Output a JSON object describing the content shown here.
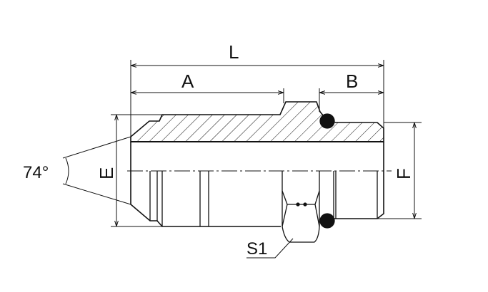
{
  "drawing": {
    "labels": {
      "overall_length": "L",
      "length_a": "A",
      "length_b": "B",
      "diameter_e": "E",
      "diameter_f": "F",
      "hex_size": "S1",
      "cone_angle": "74°"
    },
    "colors": {
      "line": "#111111",
      "background": "#ffffff"
    }
  }
}
